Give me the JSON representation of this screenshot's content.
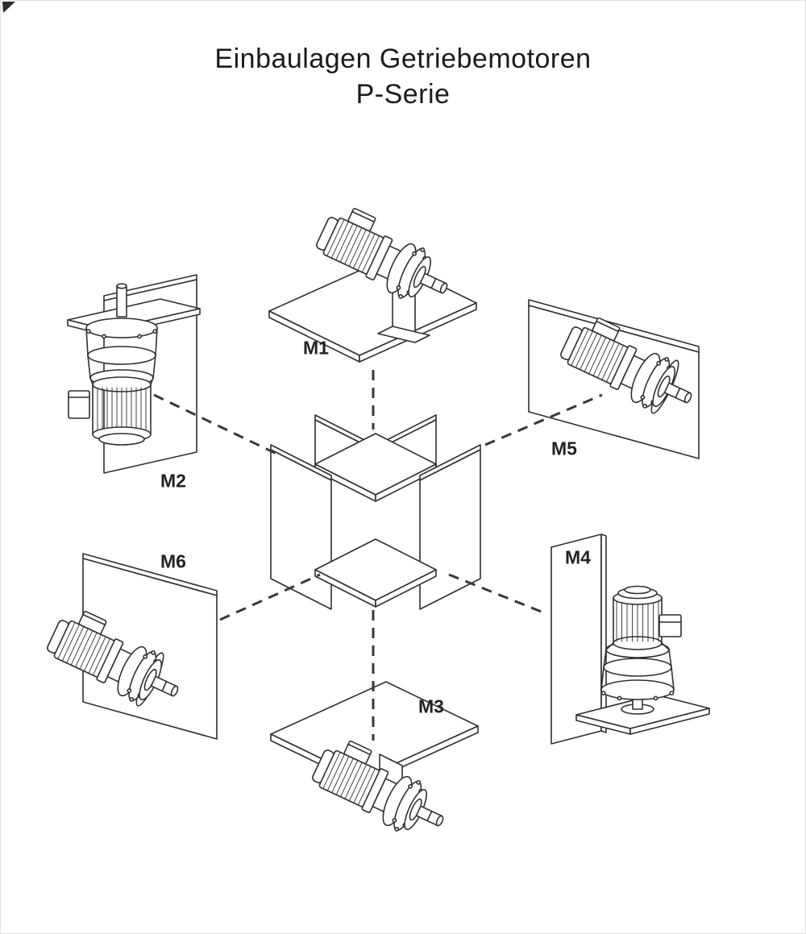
{
  "title": {
    "line1": "Einbaulagen Getriebemotoren",
    "line2": "P-Serie"
  },
  "positions": [
    {
      "id": "m1",
      "label": "M1"
    },
    {
      "id": "m2",
      "label": "M2"
    },
    {
      "id": "m3",
      "label": "M3"
    },
    {
      "id": "m4",
      "label": "M4"
    },
    {
      "id": "m5",
      "label": "M5"
    },
    {
      "id": "m6",
      "label": "M6"
    }
  ],
  "colors": {
    "line": "#2f2f2f",
    "background": "#ffffff",
    "text": "#1b1b1b"
  }
}
